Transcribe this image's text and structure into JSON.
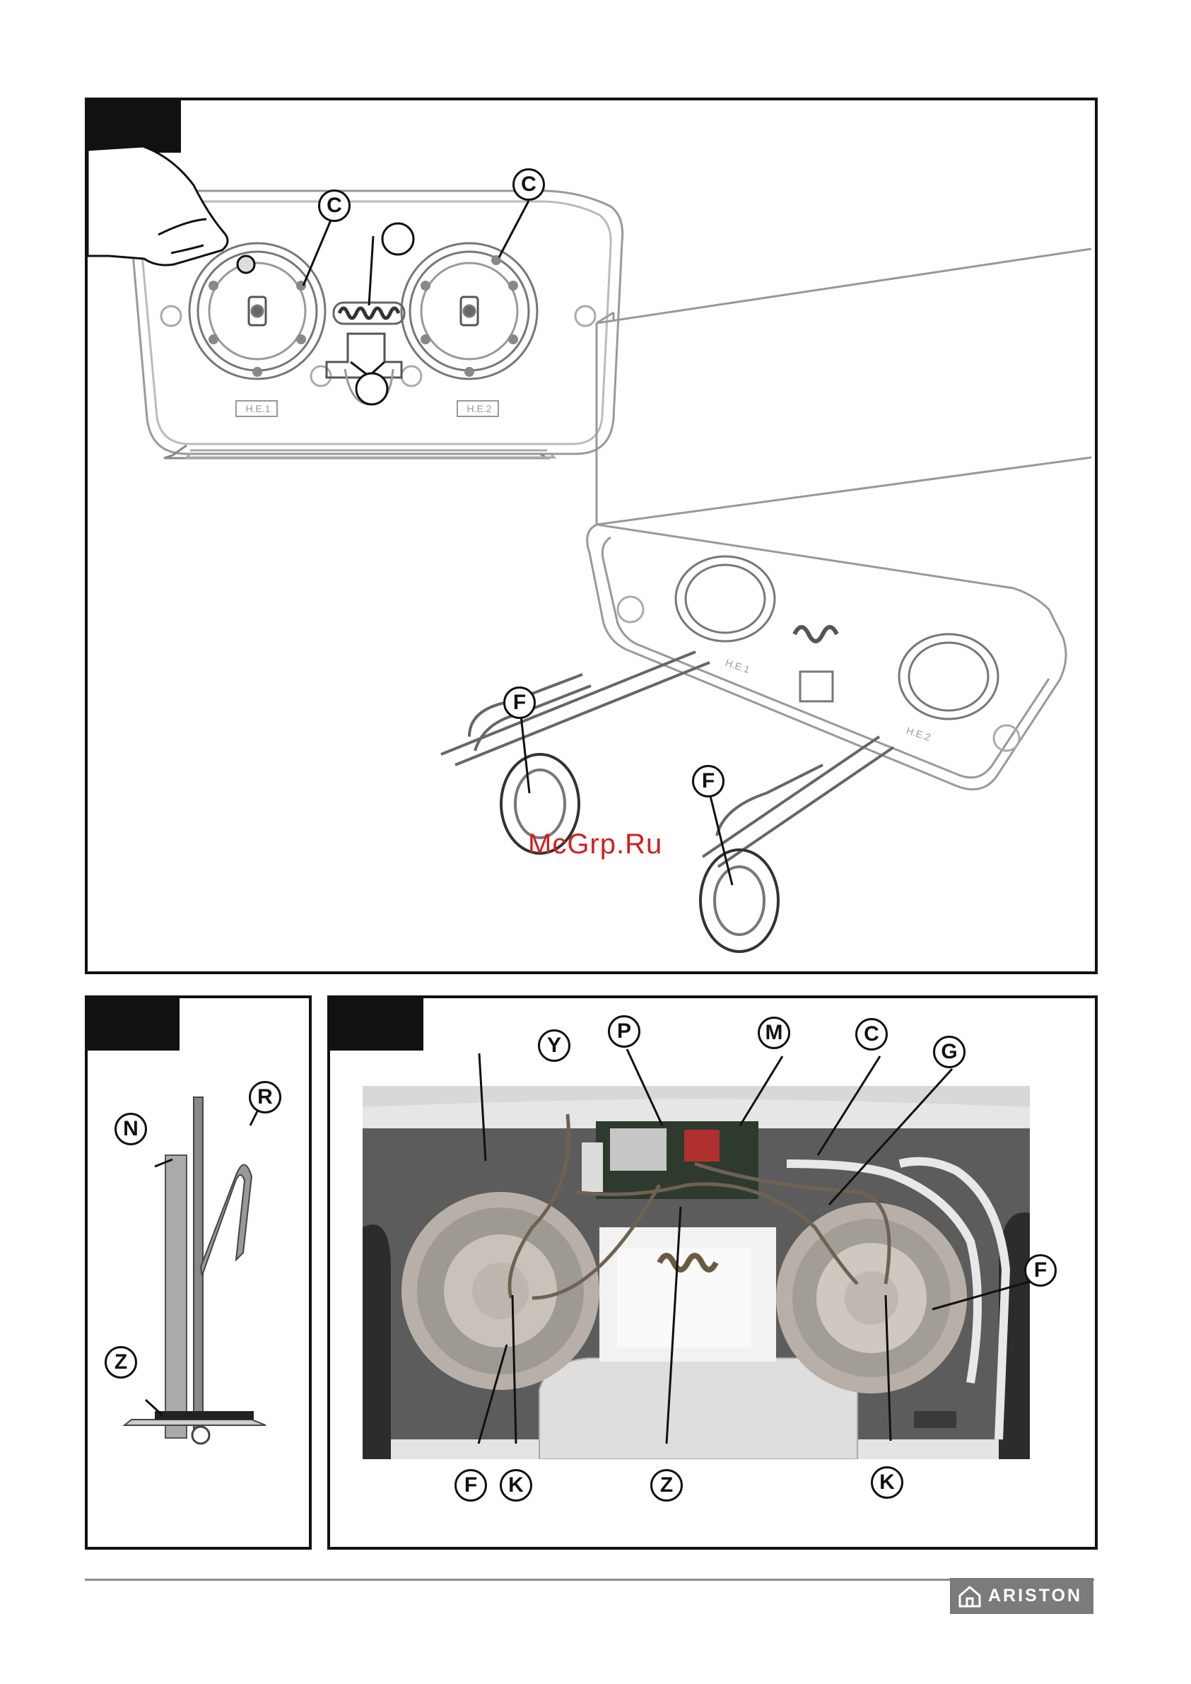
{
  "panel_top": {
    "callouts": {
      "c_left": "C",
      "c_right": "C",
      "f_left": "F",
      "f_right": "F"
    },
    "labels": {
      "he1": "H.E.1",
      "he2": "H.E.2",
      "he1_persp": "H.E.1",
      "he2_persp": "H.E.2"
    }
  },
  "panel_left": {
    "callouts": {
      "n": "N",
      "r": "R",
      "z": "Z"
    }
  },
  "panel_right": {
    "callouts": {
      "y": "Y",
      "p": "P",
      "m": "M",
      "c": "C",
      "g": "G",
      "f_top": "F",
      "f_bottom": "F",
      "k_left": "K",
      "z": "Z",
      "k_right": "K"
    }
  },
  "watermark": "McGrp.Ru",
  "brand": {
    "name": "ARISTON",
    "icon": "house-icon",
    "color": "#7b7b7b"
  }
}
